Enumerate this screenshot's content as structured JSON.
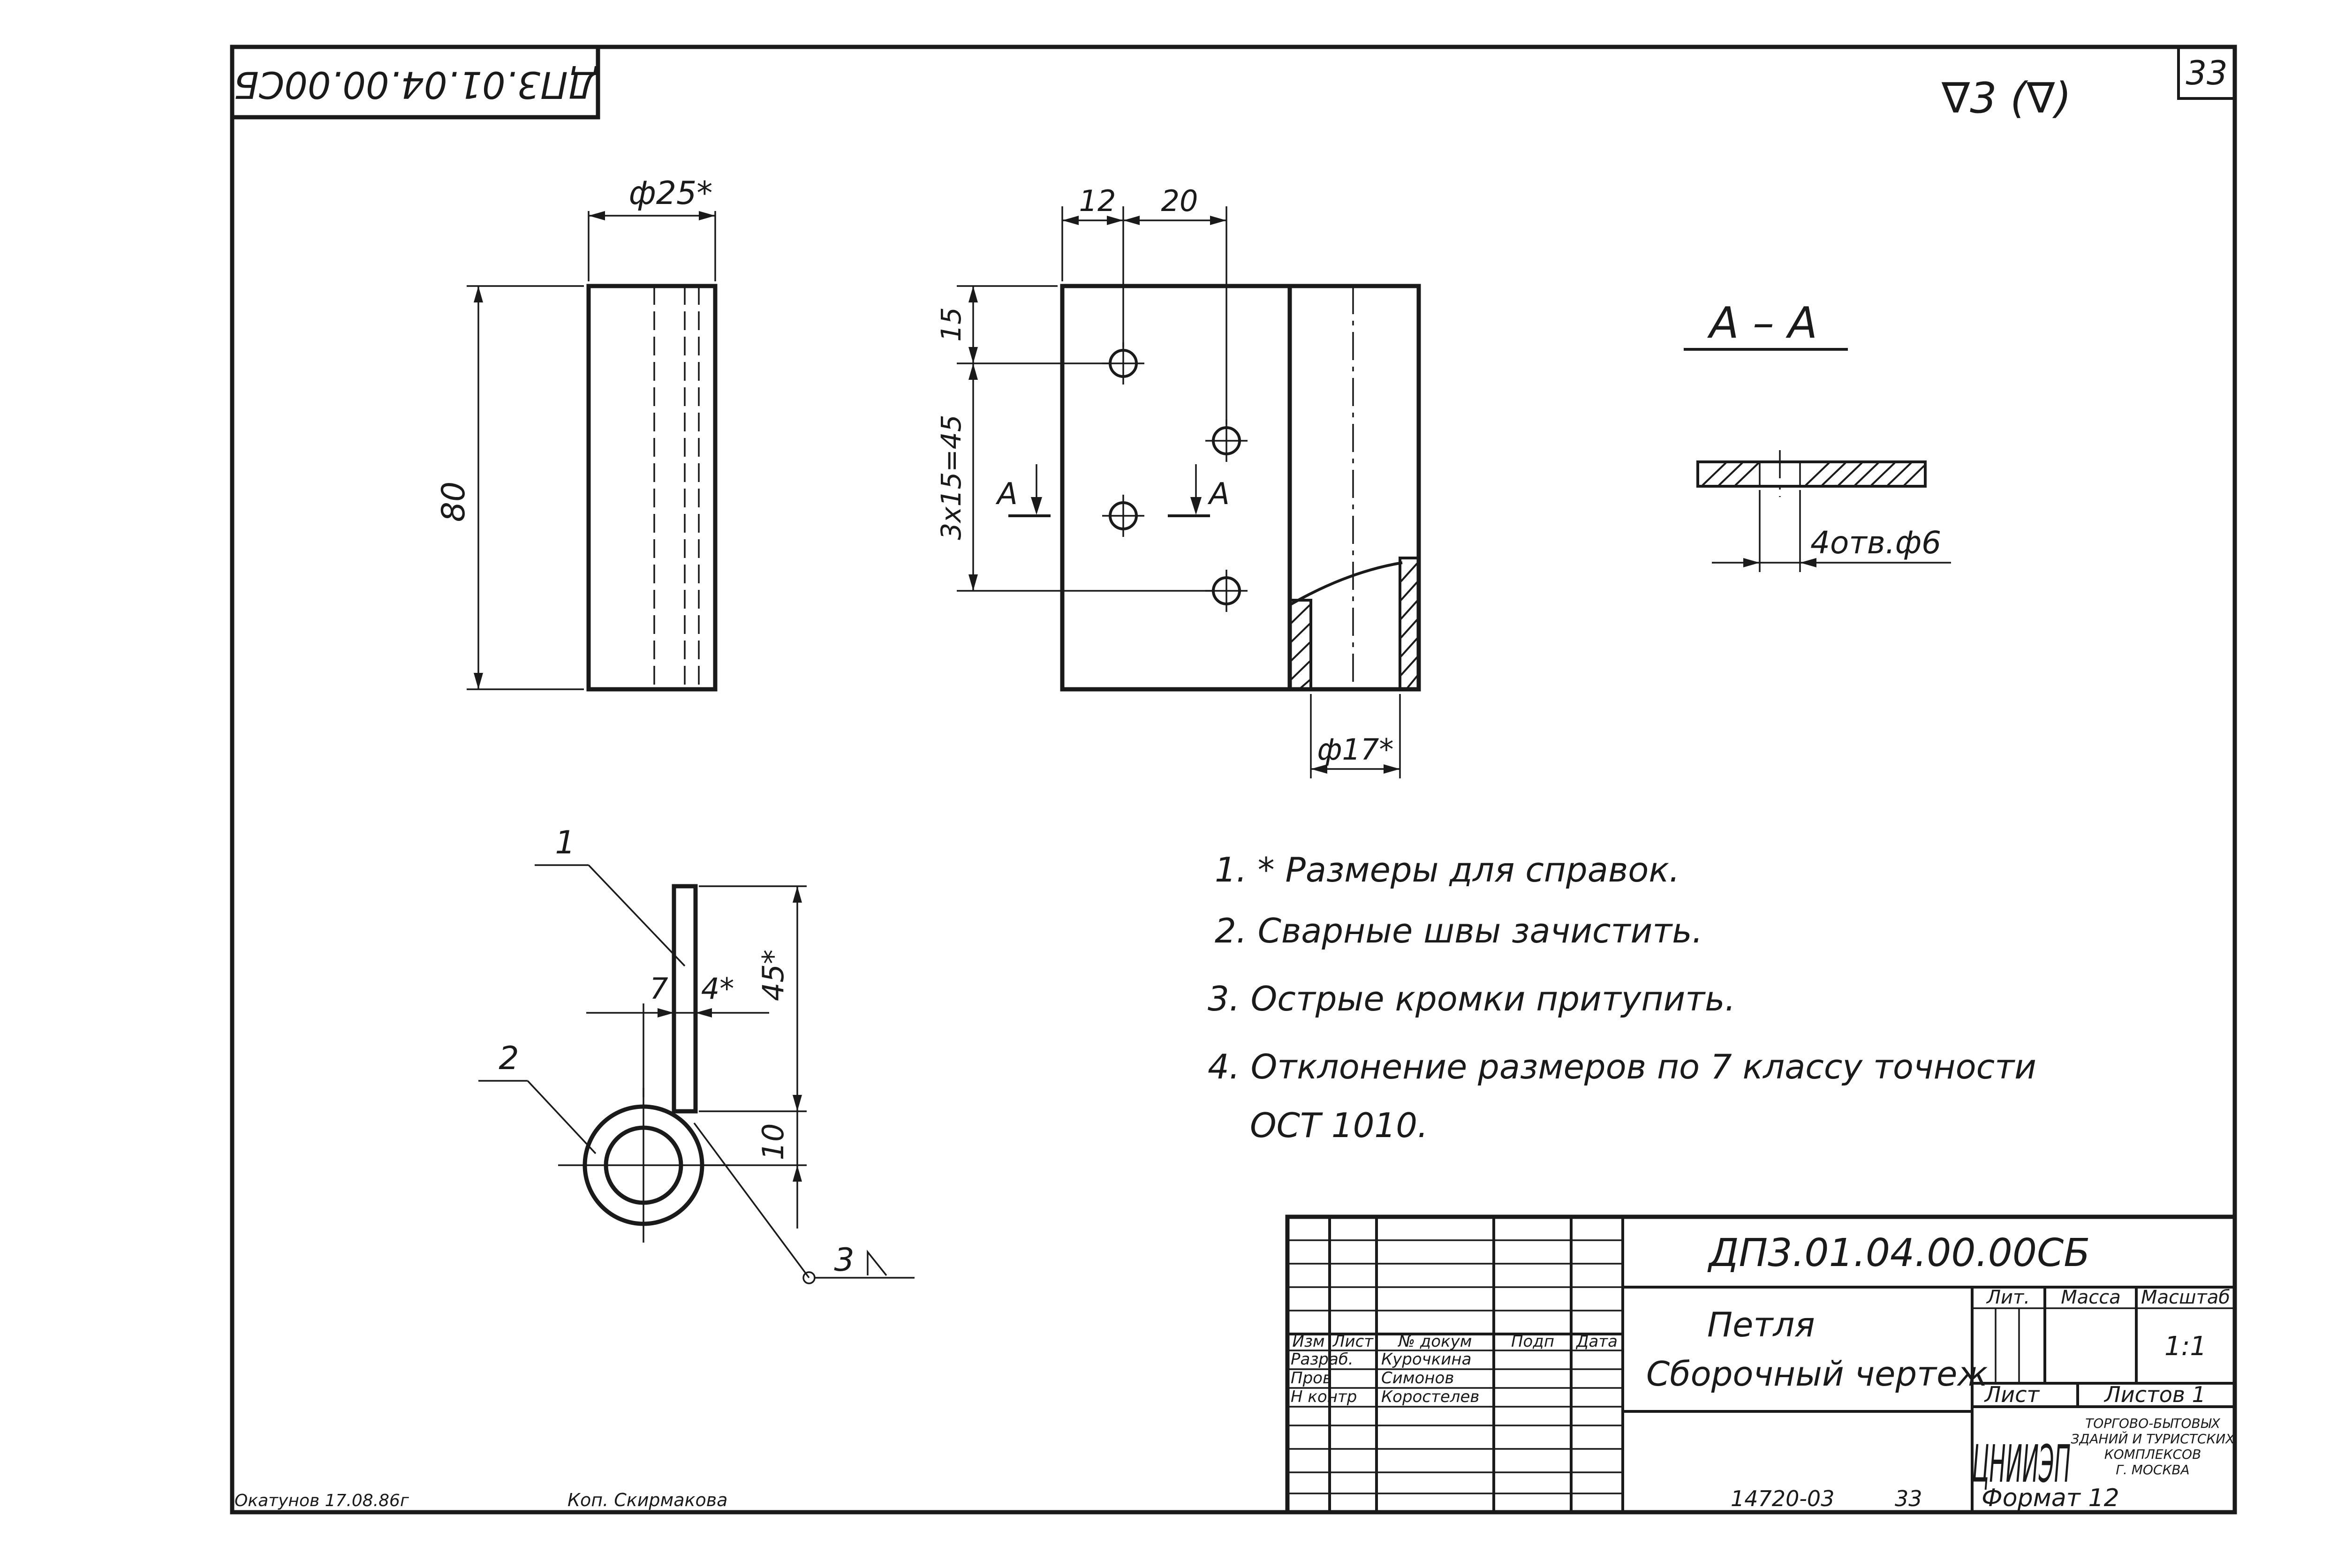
{
  "sheet_number": "33",
  "stamp_code_rotated": "ДП3.01.04.00.00СБ",
  "roughness": "∇3 (∇)",
  "dimensions": {
    "diameter_25": "ф25*",
    "height_80": "80",
    "dim_12": "12",
    "dim_20": "20",
    "dim_15": "15",
    "dim_3x15": "3х15=45",
    "section_mark": "А",
    "diameter_17": "ф17*",
    "dim_7": "7",
    "dim_4": "4*",
    "dim_45": "45*",
    "dim_10": "10",
    "holes": "4отв.ф6"
  },
  "section_title": "А – А",
  "leaders": {
    "item_1": "1",
    "item_2": "2",
    "weld_3": "3"
  },
  "notes": [
    "1. * Размеры для справок.",
    "2. Сварные швы зачистить.",
    "3. Острые кромки притупить.",
    "4. Отклонение размеров по 7 классу точности",
    "ОСТ 1010."
  ],
  "title_block": {
    "designation": "ДП3.01.04.00.00СБ",
    "name": "Петля",
    "doc_type": "Сборочный чертеж",
    "col_headers": [
      "Изм",
      "Лист",
      "№ докум",
      "Подп",
      "Дата"
    ],
    "rows": [
      {
        "role": "Разраб.",
        "name": "Курочкина"
      },
      {
        "role": "Пров",
        "name": "Симонов"
      },
      {
        "role": "Н контр",
        "name": "Коростелев"
      }
    ],
    "lit_label": "Лит.",
    "mass_label": "Масса",
    "scale_label": "Масштаб",
    "scale_value": "1:1",
    "sheet_label": "Лист",
    "sheets_label": "Листов 1",
    "org_logo": "ЦНИИЭП",
    "org_lines": [
      "ТОРГОВО-БЫТОВЫХ",
      "ЗДАНИЙ И ТУРИСТСКИХ",
      "КОМПЛЕКСОВ",
      "Г. МОСКВА"
    ]
  },
  "footer": {
    "left_signature": "Окатунов 17.08.86г",
    "copied_by": "Коп. Скирмакова",
    "number": "14720-03",
    "sheet": "33",
    "format": "Формат 12"
  }
}
